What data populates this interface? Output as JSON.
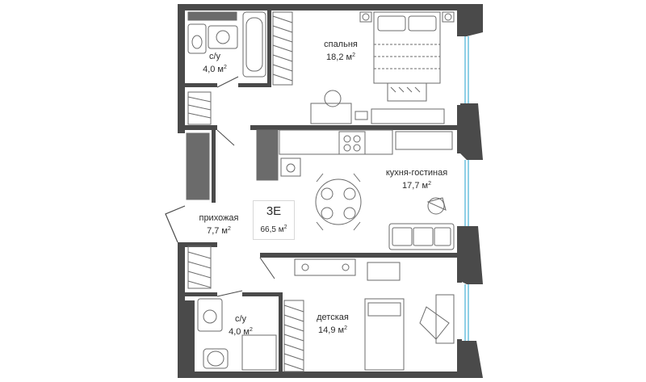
{
  "apartment": {
    "code": "3Е",
    "total_area": "66,5 м",
    "area_unit_sup": "2"
  },
  "rooms": {
    "bathroom_top": {
      "name": "с/у",
      "area": "4,0 м",
      "sup": "2"
    },
    "bedroom": {
      "name": "спальня",
      "area": "18,2 м",
      "sup": "2"
    },
    "kitchen_living": {
      "name": "кухня-гостиная",
      "area": "17,7 м",
      "sup": "2"
    },
    "hallway": {
      "name": "прихожая",
      "area": "7,7 м",
      "sup": "2"
    },
    "bathroom_bottom": {
      "name": "с/у",
      "area": "4,0 м",
      "sup": "2"
    },
    "kids_room": {
      "name": "детская",
      "area": "14,9 м",
      "sup": "2"
    }
  },
  "colors": {
    "wall": "#4a4a4a",
    "furniture": "#6b6b6b",
    "window": "#8fd0e6",
    "background": "#ffffff"
  }
}
